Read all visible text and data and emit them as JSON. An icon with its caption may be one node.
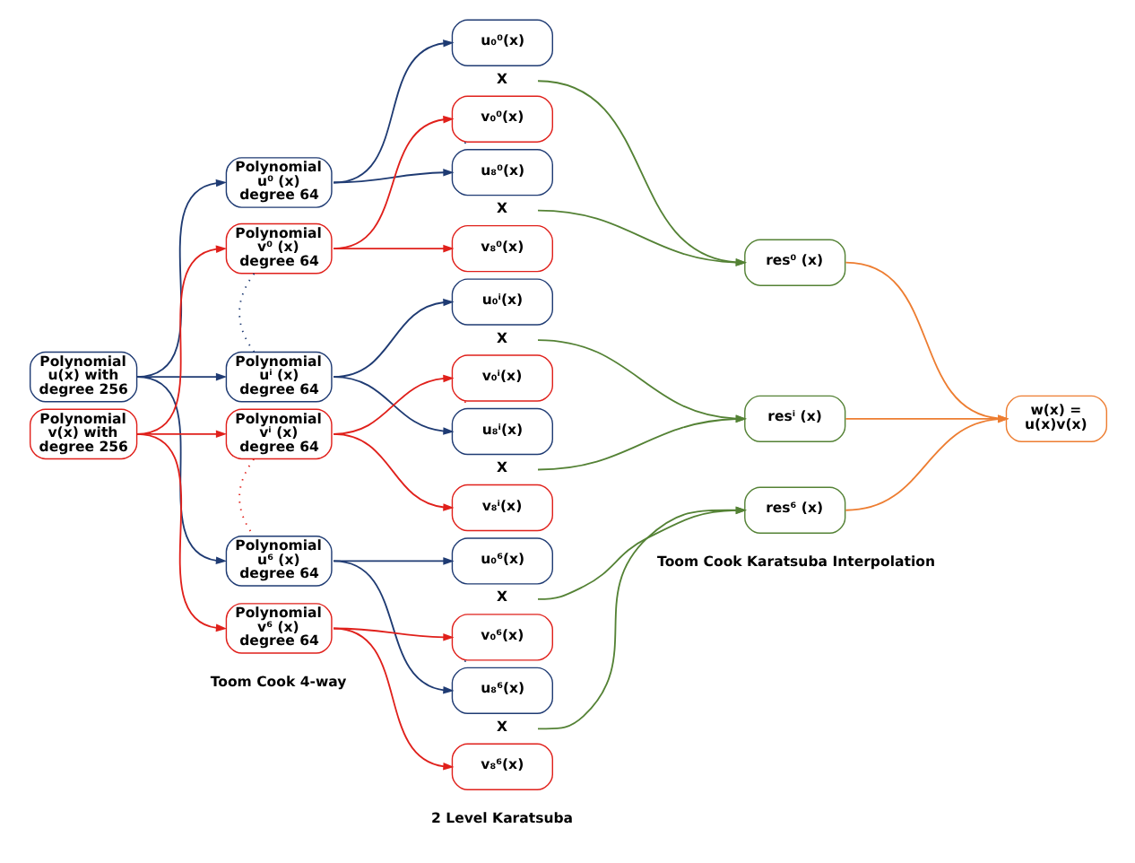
{
  "diagram": {
    "nodes": [
      {
        "text": [
          "Polynomial u(x) with degree 256"
        ]
      },
      {
        "text": [
          "Polynomial v(x) with degree 256"
        ]
      },
      {
        "text": [
          "Polynomial u⁰ (x) degree 64"
        ]
      },
      {
        "text": [
          "Polynomial v⁰ (x) degree 64"
        ]
      },
      {
        "text": [
          "Polynomial uⁱ (x) degree 64"
        ]
      },
      {
        "text": [
          "Polynomial vⁱ (x) degree 64"
        ]
      },
      {
        "text": [
          "Polynomial u⁶ (x) degree 64"
        ]
      },
      {
        "text": [
          "Polynomial v⁶ (x) degree 64"
        ]
      },
      {
        "text": [
          "u₀⁰(x)"
        ]
      },
      {
        "text": [
          "X"
        ]
      },
      {
        "text": [
          "v₀⁰(x)"
        ]
      },
      {
        "text": [
          "u₈⁰(x)"
        ]
      },
      {
        "text": [
          "X"
        ]
      },
      {
        "text": [
          "v₈⁰(x)"
        ]
      },
      {
        "text": [
          "u₀ⁱ(x)"
        ]
      },
      {
        "text": [
          "X"
        ]
      },
      {
        "text": [
          "v₀ⁱ(x)"
        ]
      },
      {
        "text": [
          "u₈ⁱ(x)"
        ]
      },
      {
        "text": [
          "X"
        ]
      },
      {
        "text": [
          "v₈ⁱ(x)"
        ]
      },
      {
        "text": [
          "u₀⁶(x)"
        ]
      },
      {
        "text": [
          "X"
        ]
      },
      {
        "text": [
          "v₀⁶(x)"
        ]
      },
      {
        "text": [
          "u₈⁶(x)"
        ]
      },
      {
        "text": [
          "X"
        ]
      },
      {
        "text": [
          "v₈⁶(x)"
        ]
      },
      {
        "text": [
          "res⁰ (x)"
        ]
      },
      {
        "text": [
          "resⁱ (x)"
        ]
      },
      {
        "text": [
          "res⁶ (x)"
        ]
      },
      {
        "text": [
          "w(x) = u(x)v(x)"
        ]
      }
    ],
    "edges": [
      {
        "from": 0,
        "to": 2,
        "arrow": "to",
        "color": "#1f3b73"
      },
      {
        "from": 0,
        "to": 4,
        "arrow": "to",
        "color": "#1f3b73"
      },
      {
        "from": 0,
        "to": 6,
        "arrow": "to",
        "color": "#1f3b73"
      },
      {
        "from": 1,
        "to": 3,
        "arrow": "to",
        "color": "#e0201b"
      },
      {
        "from": 1,
        "to": 5,
        "arrow": "to",
        "color": "#e0201b"
      },
      {
        "from": 1,
        "to": 7,
        "arrow": "to",
        "color": "#e0201b"
      },
      {
        "from": 2,
        "to": 8,
        "arrow": "to",
        "color": "#1f3b73"
      },
      {
        "from": 2,
        "to": 11,
        "arrow": "to",
        "color": "#1f3b73"
      },
      {
        "from": 3,
        "to": 10,
        "arrow": "to",
        "color": "#e0201b"
      },
      {
        "from": 3,
        "to": 13,
        "arrow": "to",
        "color": "#e0201b"
      },
      {
        "from": 4,
        "to": 14,
        "arrow": "to",
        "color": "#1f3b73"
      },
      {
        "from": 4,
        "to": 17,
        "arrow": "to",
        "color": "#1f3b73"
      },
      {
        "from": 5,
        "to": 16,
        "arrow": "to",
        "color": "#e0201b"
      },
      {
        "from": 5,
        "to": 19,
        "arrow": "to",
        "color": "#e0201b"
      },
      {
        "from": 6,
        "to": 20,
        "arrow": "to",
        "color": "#1f3b73"
      },
      {
        "from": 6,
        "to": 23,
        "arrow": "to",
        "color": "#1f3b73"
      },
      {
        "from": 7,
        "to": 22,
        "arrow": "to",
        "color": "#e0201b"
      },
      {
        "from": 7,
        "to": 25,
        "arrow": "to",
        "color": "#e0201b"
      },
      {
        "from": 9,
        "to": 26,
        "arrow": "to",
        "color": "#548235"
      },
      {
        "from": 12,
        "to": 26,
        "arrow": "to",
        "color": "#548235"
      },
      {
        "from": 15,
        "to": 27,
        "arrow": "to",
        "color": "#548235"
      },
      {
        "from": 18,
        "to": 27,
        "arrow": "to",
        "color": "#548235"
      },
      {
        "from": 21,
        "to": 28,
        "arrow": "to",
        "color": "#548235"
      },
      {
        "from": 24,
        "to": 28,
        "arrow": "to",
        "color": "#548235"
      },
      {
        "from": 26,
        "to": 29,
        "arrow": "to",
        "color": "#ed7d31"
      },
      {
        "from": 27,
        "to": 29,
        "arrow": "to",
        "color": "#ed7d31"
      },
      {
        "from": 28,
        "to": 29,
        "arrow": "to",
        "color": "#ed7d31"
      },
      {
        "from": 3,
        "to": 4,
        "arrow": "none",
        "style": "dashed",
        "color": "#1f3b73"
      },
      {
        "from": 5,
        "to": 6,
        "arrow": "none",
        "style": "dashed",
        "color": "#e0201b"
      },
      {
        "from": 10,
        "to": 11,
        "arrow": "none",
        "style": "dashed",
        "color": "#1f3b73"
      },
      {
        "from": 16,
        "to": 17,
        "arrow": "none",
        "style": "dashed",
        "color": "#e0201b"
      },
      {
        "from": 22,
        "to": 23,
        "arrow": "none",
        "style": "dashed",
        "color": "#1f3b73"
      }
    ],
    "labels": [
      "Toom Cook 4-way",
      "2 Level Karatsuba",
      "Toom Cook Karatsuba Interpolation"
    ]
  }
}
